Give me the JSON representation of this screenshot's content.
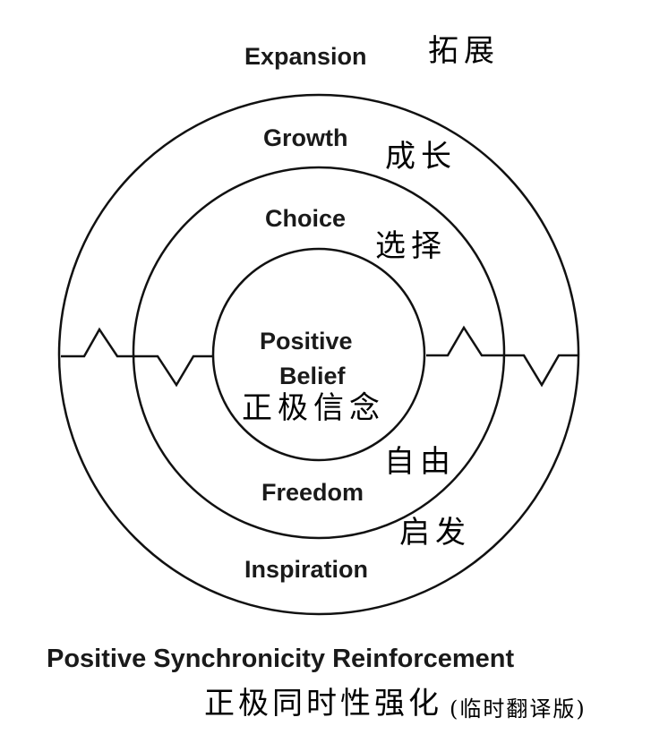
{
  "diagram": {
    "outer_top_label": {
      "en": "Expansion",
      "zh": "拓展"
    },
    "rings": [
      {
        "id": "outer",
        "top": {
          "en": "Growth",
          "zh": "成长"
        },
        "bottom": {
          "en": "Inspiration",
          "zh": "启发"
        }
      },
      {
        "id": "middle",
        "top": {
          "en": "Choice",
          "zh": "选择"
        },
        "bottom": {
          "en": "Freedom",
          "zh": "自由"
        }
      },
      {
        "id": "inner",
        "center": {
          "en_line1": "Positive",
          "en_line2": "Belief",
          "zh": "正极信念"
        }
      }
    ],
    "title": {
      "en": "Positive Synchronicity Reinforcement",
      "zh": "正极同时性强化",
      "zh_note": "(临时翻译版)"
    },
    "colors": {
      "stroke": "#111111",
      "text": "#1a1a1a",
      "background": "#ffffff"
    }
  }
}
